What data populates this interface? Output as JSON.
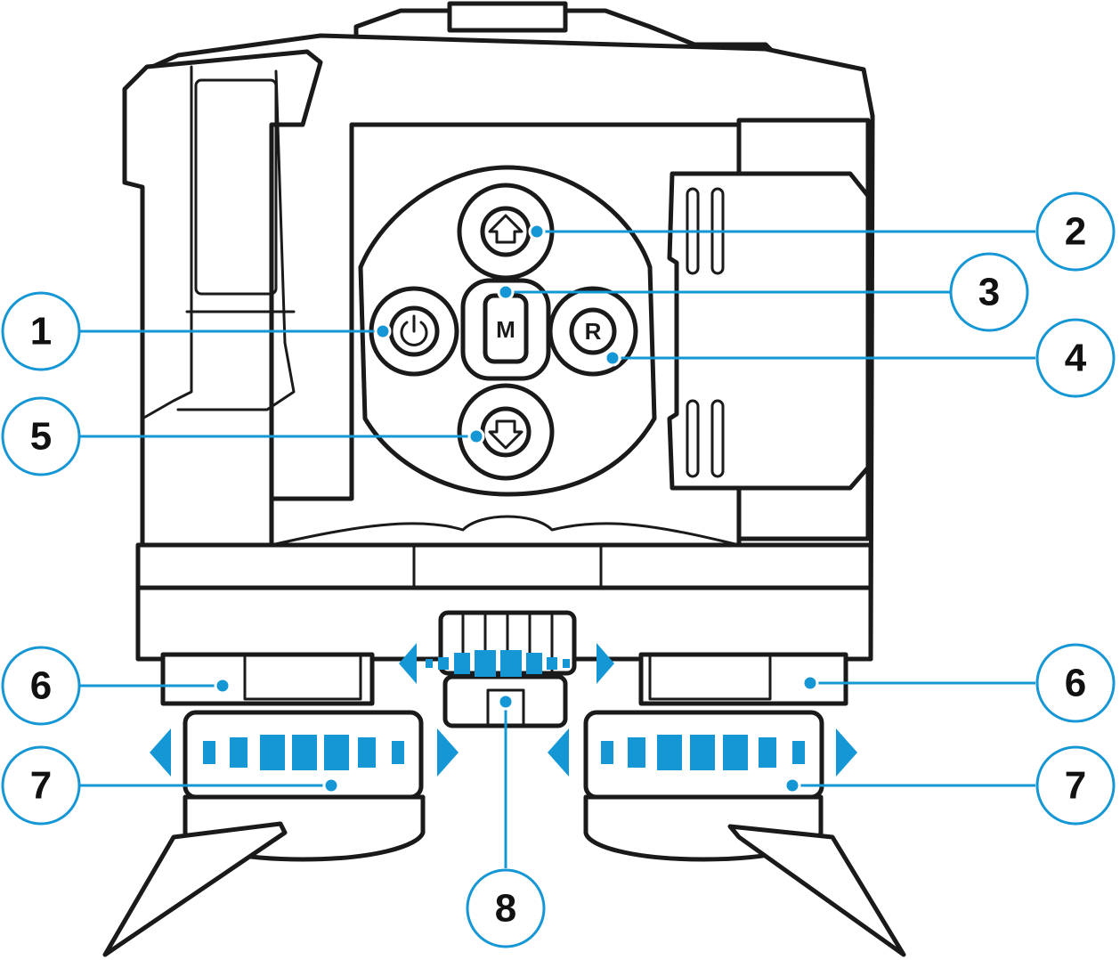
{
  "device": {
    "mode_button_label": "M",
    "rec_button_label": "R"
  },
  "callouts": [
    {
      "id": "1",
      "label": "1"
    },
    {
      "id": "2",
      "label": "2"
    },
    {
      "id": "3",
      "label": "3"
    },
    {
      "id": "4",
      "label": "4"
    },
    {
      "id": "5",
      "label": "5"
    },
    {
      "id": "6-left",
      "label": "6"
    },
    {
      "id": "6-right",
      "label": "6"
    },
    {
      "id": "7-left",
      "label": "7"
    },
    {
      "id": "7-right",
      "label": "7"
    },
    {
      "id": "8",
      "label": "8"
    }
  ],
  "colors": {
    "accent": "#1597d6",
    "line": "#1a1a1a"
  },
  "icons": [
    "power-icon",
    "arrow-up-icon",
    "arrow-down-icon",
    "rotation-arrows-icon"
  ]
}
